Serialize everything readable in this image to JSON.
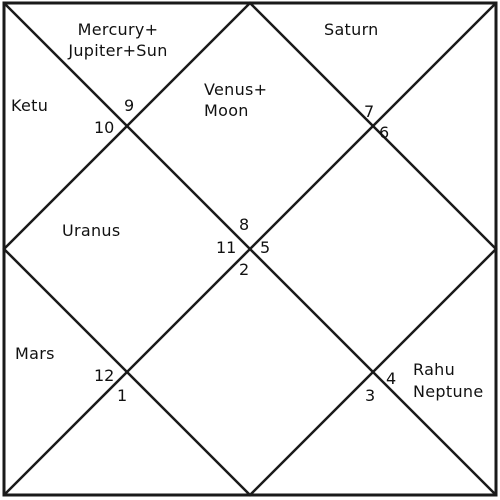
{
  "houses": {
    "h1": {
      "sign": "8",
      "planets": [
        "Venus+",
        "Moon"
      ]
    },
    "h2": {
      "sign": "9",
      "planets": [
        "Mercury+",
        "Jupiter+Sun"
      ]
    },
    "h3": {
      "sign": "10",
      "planets": [
        "Ketu"
      ]
    },
    "h4": {
      "sign": "11",
      "planets": [
        "Uranus"
      ]
    },
    "h5": {
      "sign": "12",
      "planets": [
        "Mars"
      ]
    },
    "h6": {
      "sign": "1",
      "planets": []
    },
    "h7": {
      "sign": "2",
      "planets": []
    },
    "h8": {
      "sign": "3",
      "planets": []
    },
    "h9": {
      "sign": "4",
      "planets": [
        "Rahu",
        "Neptune"
      ]
    },
    "h10": {
      "sign": "5",
      "planets": []
    },
    "h11": {
      "sign": "6",
      "planets": []
    },
    "h12": {
      "sign": "7",
      "planets": [
        "Saturn"
      ]
    }
  },
  "colors": {
    "line": "#1a1a1a",
    "text": "#111111",
    "background": "#ffffff"
  }
}
